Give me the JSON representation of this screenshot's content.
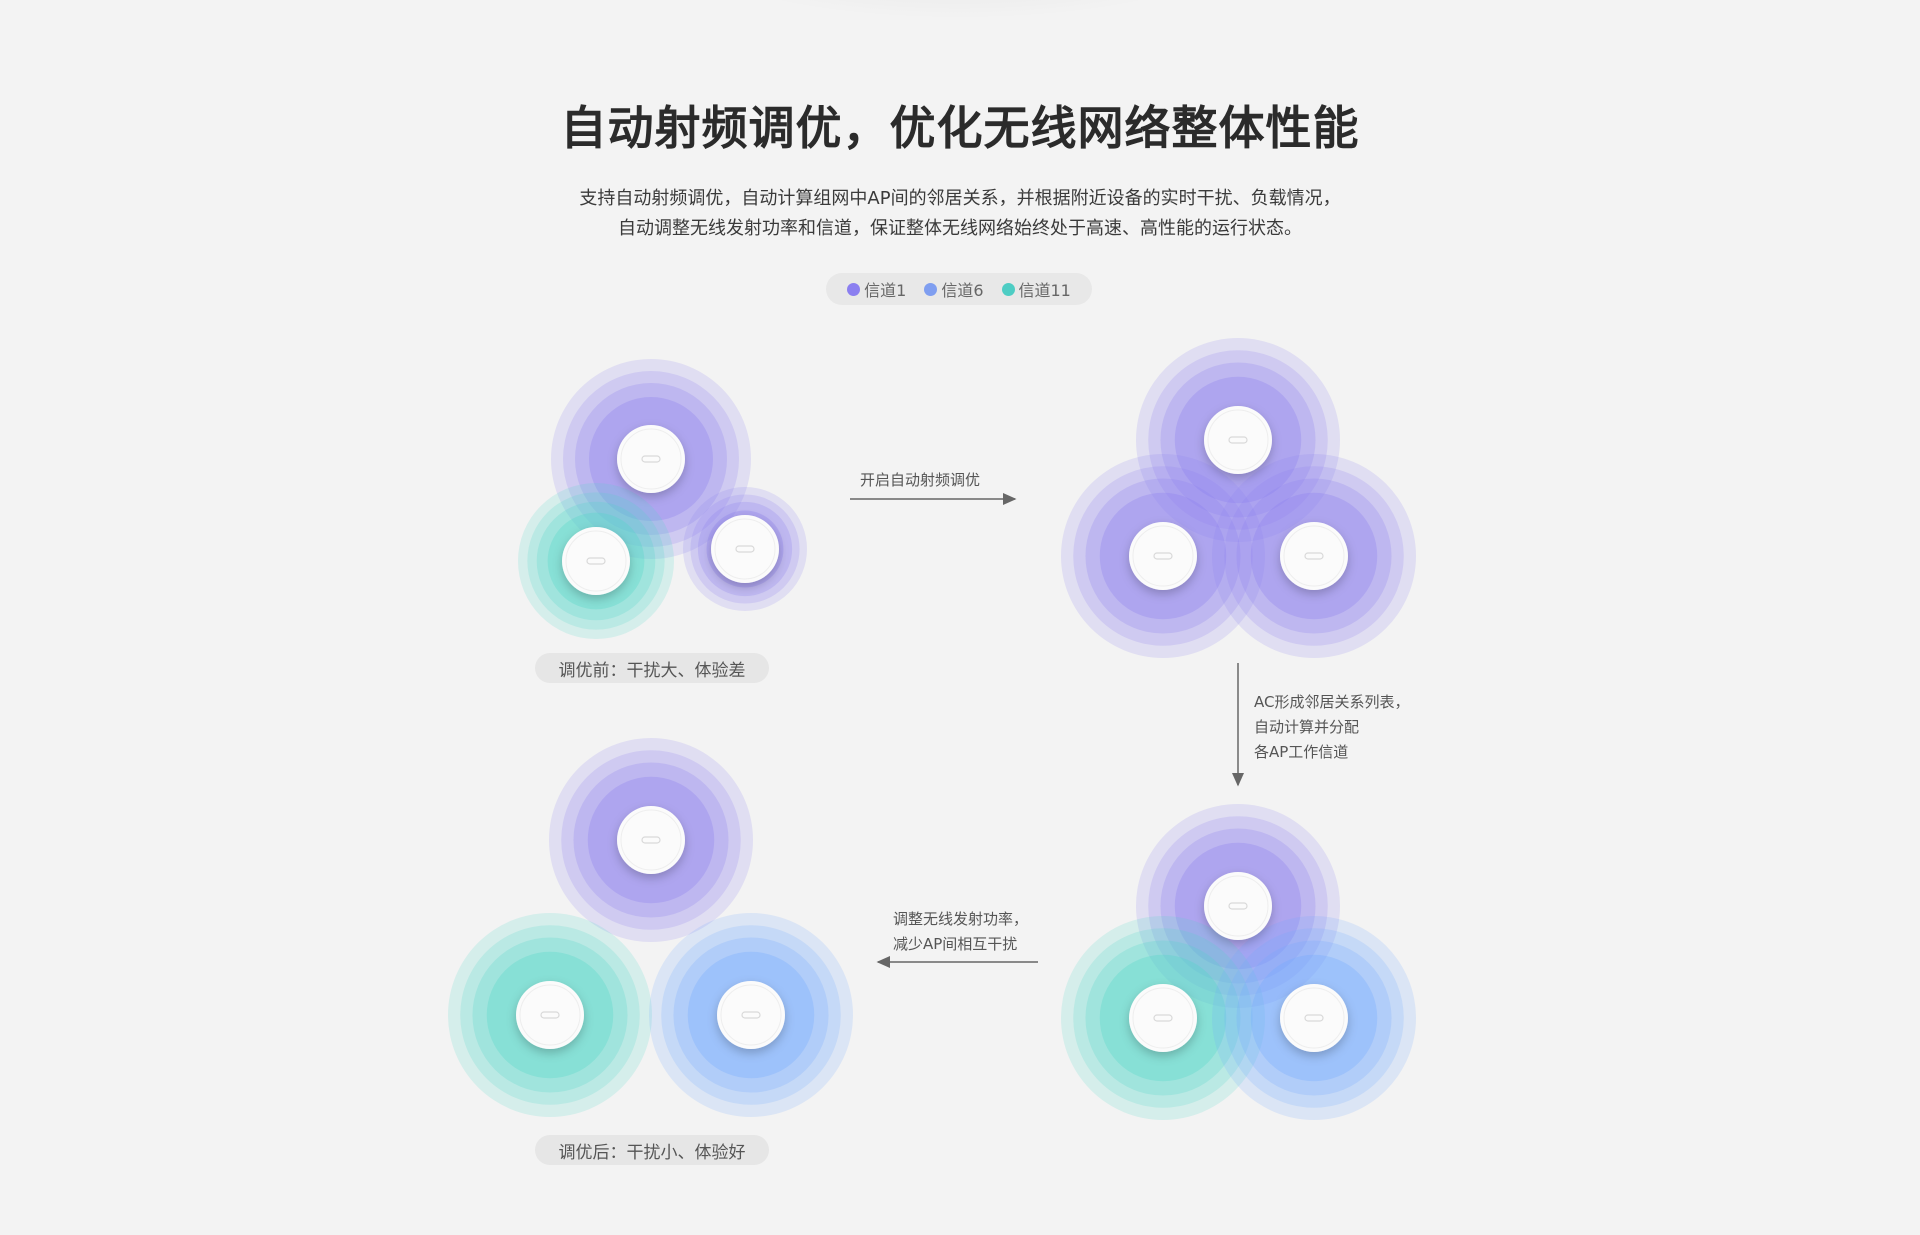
{
  "heading": {
    "title": "自动射频调优，优化无线网络整体性能",
    "subtitle_line1": "支持自动射频调优，自动计算组网中AP间的邻居关系，并根据附近设备的实时干扰、负载情况，",
    "subtitle_line2": "自动调整无线发射功率和信道，保证整体无线网络始终处于高速、高性能的运行状态。"
  },
  "legend": [
    {
      "label": "信道1",
      "color": "#8b7ff0"
    },
    {
      "label": "信道6",
      "color": "#7f9ef0"
    },
    {
      "label": "信道11",
      "color": "#4ecdc4"
    }
  ],
  "steps": {
    "before_label": "调优前：干扰大、体验差",
    "enable_label": "开启自动射频调优",
    "ac_line1": "AC形成邻居关系列表，",
    "ac_line2": "自动计算并分配",
    "ac_line3": "各AP工作信道",
    "adjust_line1": "调整无线发射功率，",
    "adjust_line2": "减少AP间相互干扰",
    "after_label": "调优后：干扰小、体验好"
  },
  "colors": {
    "channel1": "#8b7ff0",
    "channel6": "#6fa8ff",
    "channel11": "#4fd6c8",
    "arrow": "#666666"
  }
}
